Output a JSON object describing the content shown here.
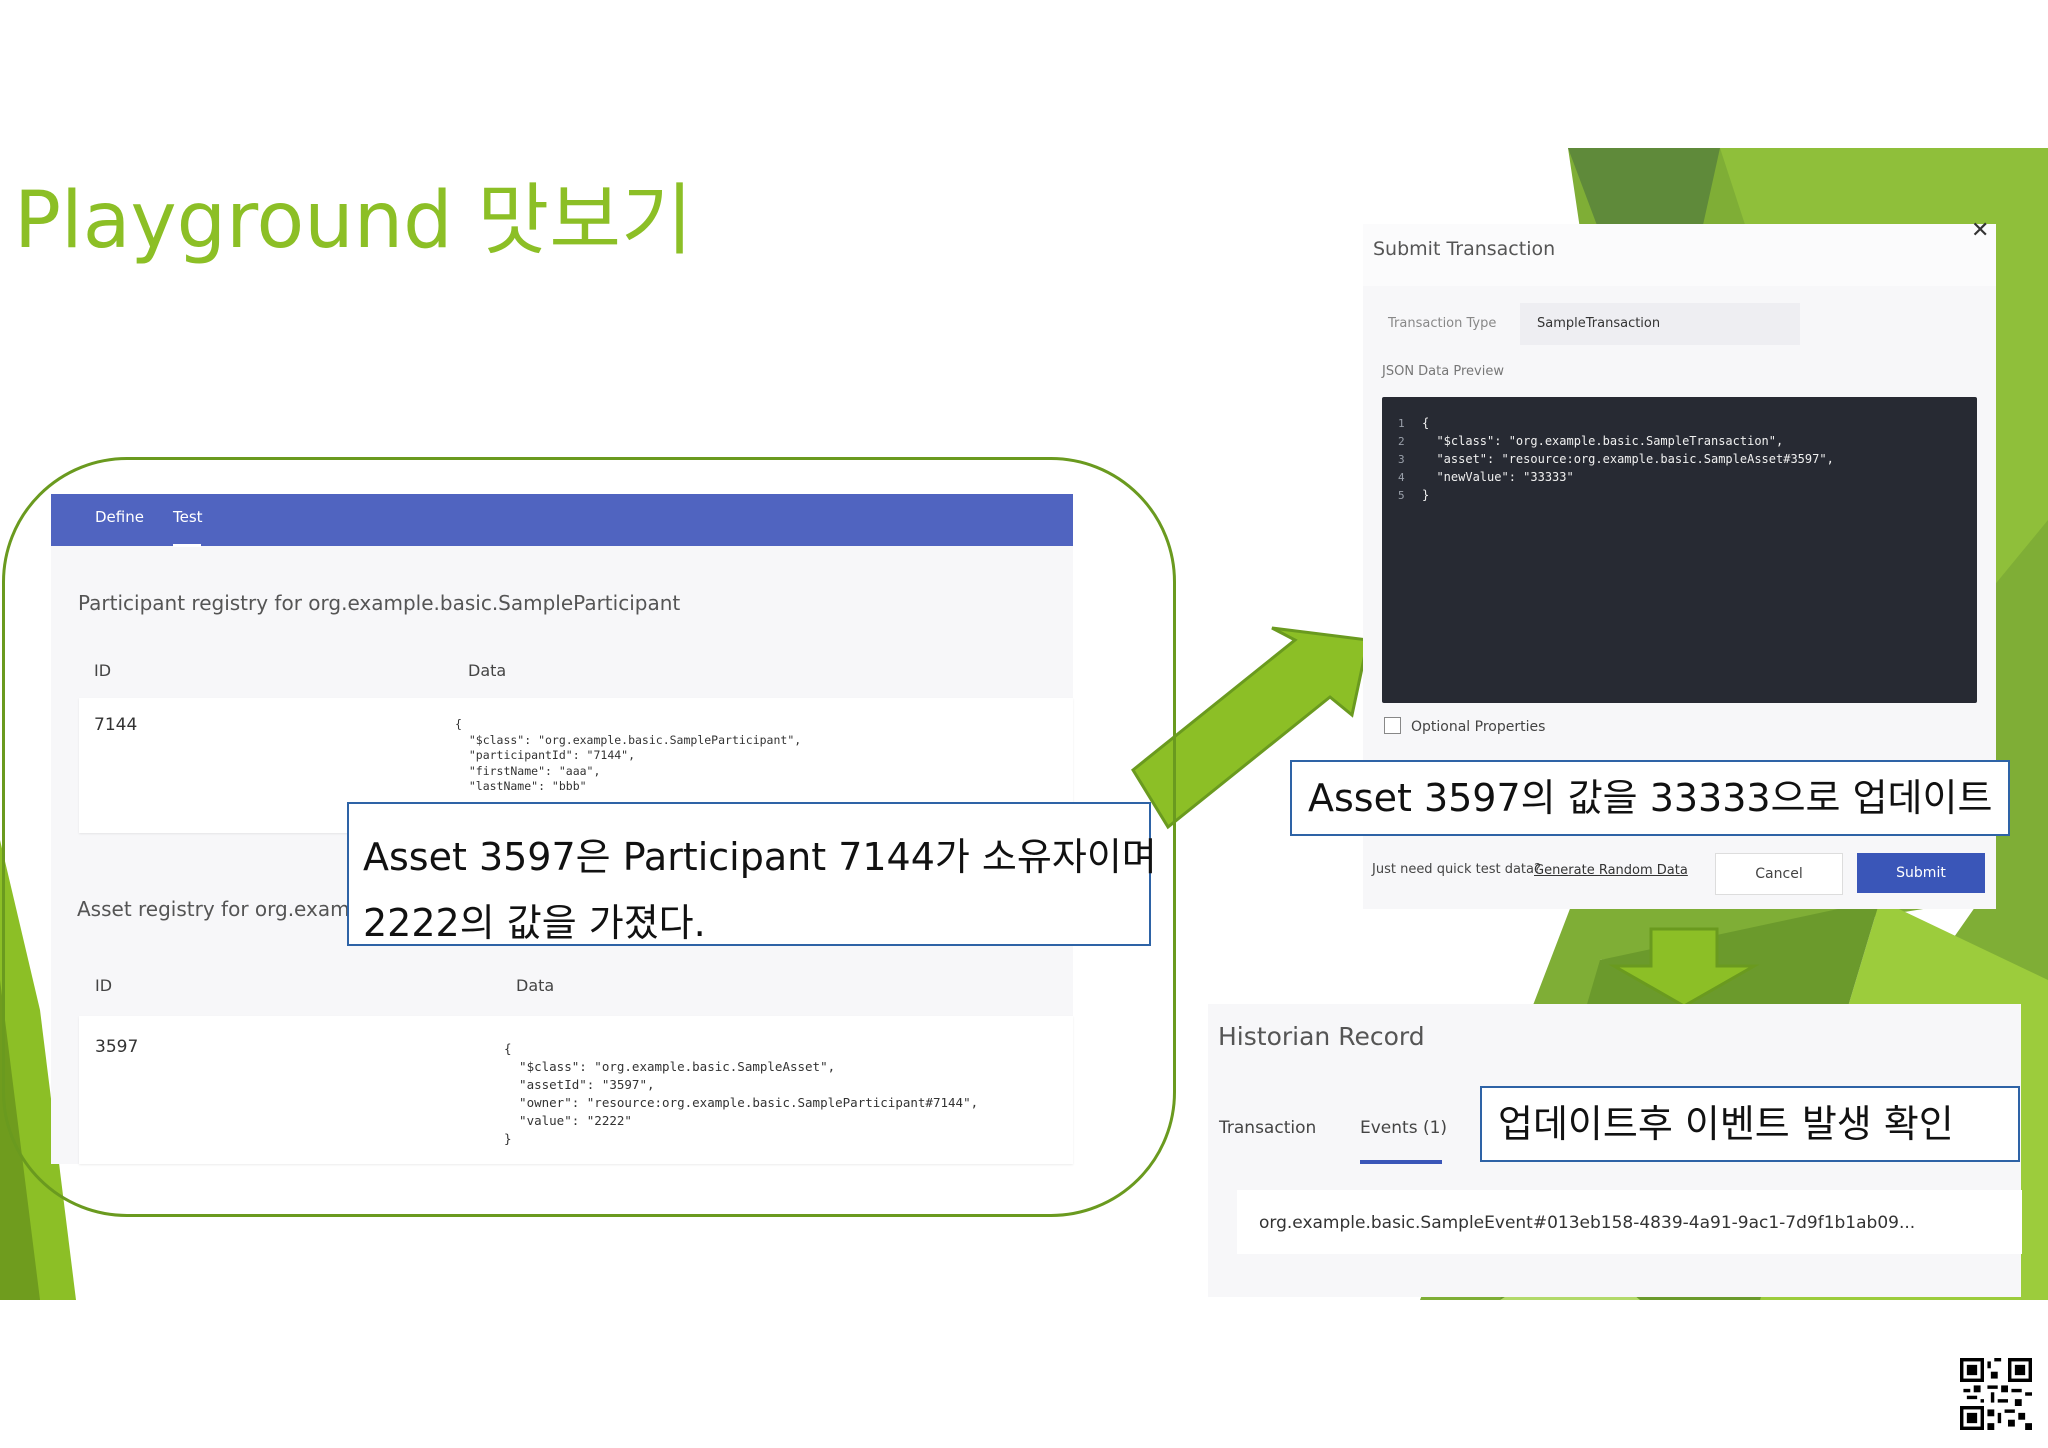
{
  "slide": {
    "title": "Playground 맛보기"
  },
  "playground": {
    "tabs": [
      {
        "label": "Define",
        "active": false
      },
      {
        "label": "Test",
        "active": true
      }
    ],
    "participant_registry": {
      "title": "Participant registry for org.example.basic.SampleParticipant",
      "columns": [
        "ID",
        "Data"
      ],
      "rows": [
        {
          "id": "7144",
          "data": "{\n  \"$class\": \"org.example.basic.SampleParticipant\",\n  \"participantId\": \"7144\",\n  \"firstName\": \"aaa\",\n  \"lastName\": \"bbb\""
        }
      ]
    },
    "asset_registry": {
      "title": "Asset registry for org.exam",
      "columns": [
        "ID",
        "Data"
      ],
      "rows": [
        {
          "id": "3597",
          "data": "{\n  \"$class\": \"org.example.basic.SampleAsset\",\n  \"assetId\": \"3597\",\n  \"owner\": \"resource:org.example.basic.SampleParticipant#7144\",\n  \"value\": \"2222\"\n}"
        }
      ]
    }
  },
  "callouts": {
    "left_line1": "Asset 3597은 Participant 7144가 소유자이며",
    "left_line2": "2222의 값을 가졌다.",
    "dialog": "Asset 3597의 값을 33333으로 업데이트",
    "historian": "업데이트후 이벤트 발생 확인"
  },
  "dialog": {
    "title": "Submit Transaction",
    "transaction_type_label": "Transaction Type",
    "transaction_type_value": "SampleTransaction",
    "json_preview_label": "JSON Data Preview",
    "code_lines": [
      "{",
      "  \"$class\": \"org.example.basic.SampleTransaction\",",
      "  \"asset\": \"resource:org.example.basic.SampleAsset#3597\",",
      "  \"newValue\": \"33333\"",
      "}"
    ],
    "line_numbers": [
      "1",
      "2",
      "3",
      "4",
      "5"
    ],
    "optional_properties_label": "Optional Properties",
    "quick_test_text": "Just need quick test data?",
    "generate_link": "Generate Random Data",
    "cancel_label": "Cancel",
    "submit_label": "Submit",
    "close_glyph": "✕"
  },
  "historian": {
    "title": "Historian Record",
    "tabs": [
      {
        "label": "Transaction",
        "active": false
      },
      {
        "label": "Events (1)",
        "active": true
      }
    ],
    "event_id": "org.example.basic.SampleEvent#013eb158-4839-4a91-9ac1-7d9f1b1ab09..."
  },
  "colors": {
    "title_green": "#8cbf26",
    "tab_bar_blue": "#5064c0",
    "callout_border": "#2e63a6",
    "submit_blue": "#3a56b8",
    "arrow_green": "#8cbf26",
    "editor_bg": "#272a33"
  },
  "icons": [
    "close-icon",
    "checkbox-icon",
    "arrow-right-up-icon",
    "arrow-down-icon",
    "qr-code-icon"
  ]
}
